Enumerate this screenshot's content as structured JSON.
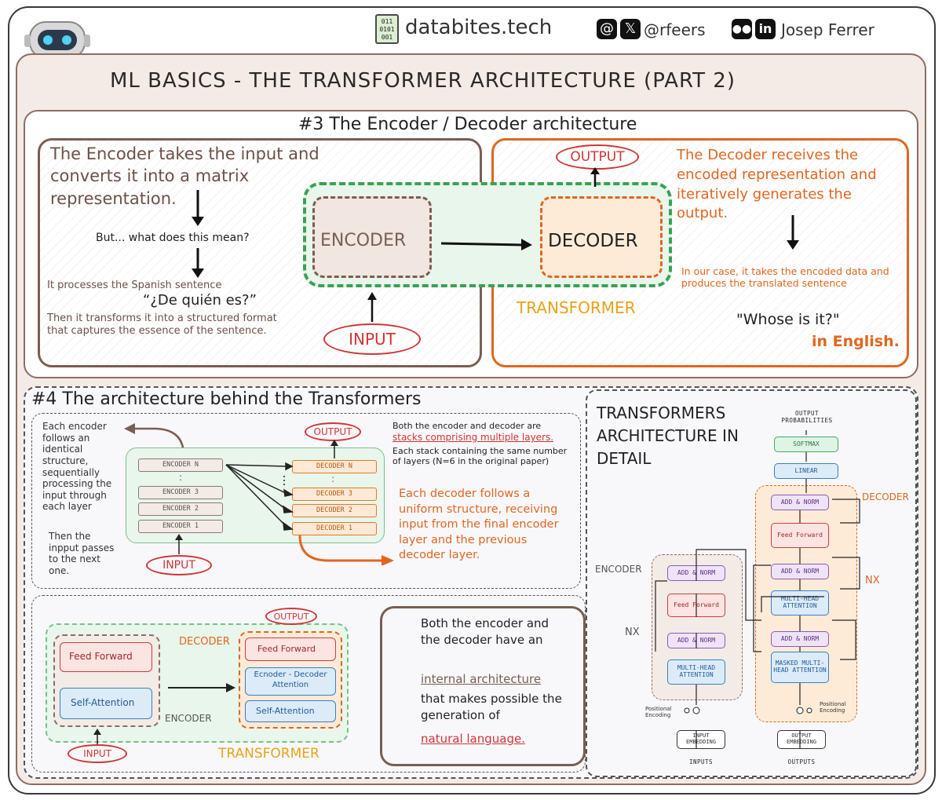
{
  "header": {
    "site": "databites.tech",
    "handle": "@rfeers",
    "author": "Josep Ferrer",
    "title": "ML BASICS - THE TRANSFORMER ARCHITECTURE (PART 2)"
  },
  "section3": {
    "title": "#3 The Encoder / Decoder architecture",
    "encoder_intro": "The Encoder takes the input and converts it into a matrix representation.",
    "question": "But... what does this mean?",
    "processes": "It processes the Spanish sentence",
    "spanish_sentence": "“¿De quién es?”",
    "transforms": "Then it transforms it into a structured format that captures the essence of the sentence.",
    "output_label": "OUTPUT",
    "input_label": "INPUT",
    "encoder_label": "ENCODER",
    "decoder_label": "DECODER",
    "transformer_label": "TRANSFORMER",
    "decoder_intro": "The Decoder receives the encoded representation and iteratively generates the output.",
    "decoder_case": "In our case, it takes the encoded data and produces the translated sentence",
    "english_sentence": "\"Whose is it?\"",
    "in_english": "in English."
  },
  "section4": {
    "title": "#4 The architecture behind the Transformers",
    "left_note": "Each encoder follows an identical structure, sequentially processing the input through each layer",
    "left_note2": "Then the inpput passes to the next one.",
    "encoders": [
      "ENCODER N",
      ":",
      "ENCODER 3",
      "ENCODER 2",
      "ENCODER 1"
    ],
    "decoders": [
      "DECODER N",
      ":",
      "DECODER 3",
      "DECODER 2",
      "DECODER 1"
    ],
    "output_label": "OUTPUT",
    "input_label": "INPUT",
    "right_note_a": "Both the encoder and decoder are",
    "right_note_b": "stacks comprising multiple layers.",
    "right_note_c": "Each stack containing the same number of layers (N=6 in the original paper)",
    "decoder_note": "Each decoder follows a uniform structure, receiving input from the final encoder layer and the previous decoder layer.",
    "ff_label": "Feed Forward",
    "self_attention": "Self-Attention",
    "enc_dec_attention": "Ecnoder - Decoder Attention",
    "encoder_word": "ENCODER",
    "decoder_word": "DECODER",
    "transformer_word": "TRANSFORMER",
    "internal_a": "Both the encoder and the decoder have an",
    "internal_b": "internal architecture",
    "internal_c": "that makes possible the generation of",
    "internal_d": "natural language."
  },
  "detail": {
    "title": "TRANSFORMERS ARCHITECTURE IN DETAIL",
    "output_probs": "OUTPUT PROBABILITIES",
    "softmax": "SOFTMAX",
    "linear": "LINEAR",
    "decoder_label": "DECODER",
    "encoder_label": "ENCODER",
    "nx": "NX",
    "add_norm": "ADD & NORM",
    "feed_forward": "Feed Forward",
    "mha": "MULTI-HEAD ATTENTION",
    "masked_mha": "MASKED MULTI-HEAD ATTENTION",
    "input_embedding": "INPUT EMBEDDING",
    "output_embedding": "OUTPUT EMBEDDING",
    "inputs": "INPUTS",
    "outputs": "OUTPUTS",
    "positional_encoding": "Positional Encoding"
  },
  "colors": {
    "brown": "#7a5e52",
    "orange": "#e0661f",
    "green": "#3aa154",
    "red": "#cf3535",
    "panel": "#f5ebe6"
  }
}
